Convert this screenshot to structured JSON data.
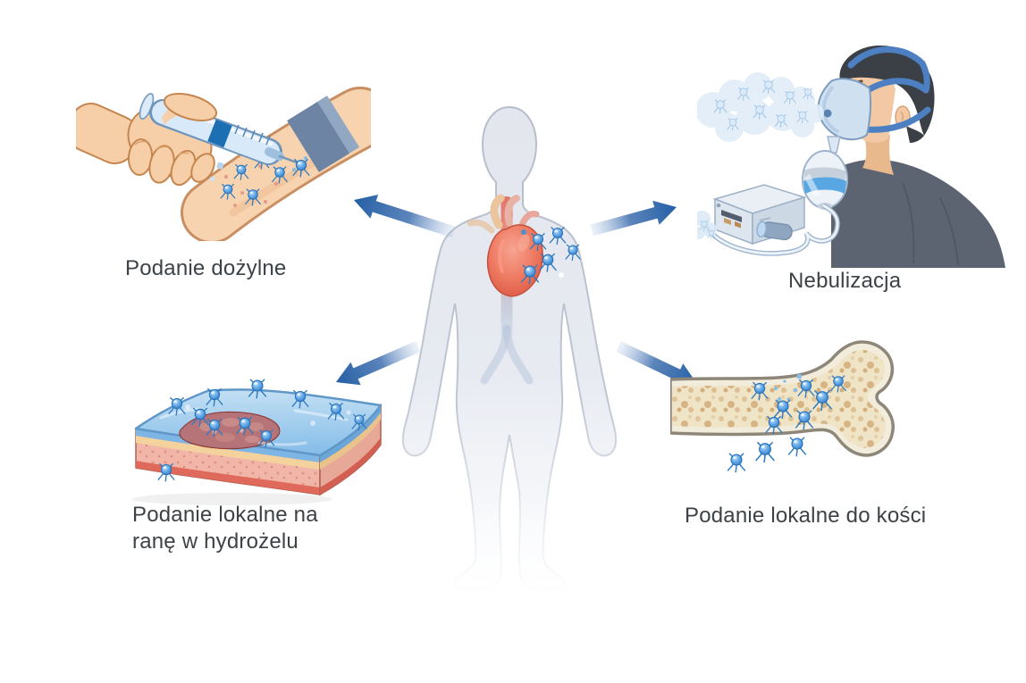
{
  "figure": {
    "type": "medical-routes-of-administration-diagram",
    "background": "#ffffff"
  },
  "labels": {
    "intravenous": "Podanie dożylne",
    "nebulization": "Nebulizacja",
    "hydrogel_wound": "Podanie lokalne na\nranę w hydrożelu",
    "bone": "Podanie lokalne do kości"
  },
  "colors": {
    "label_text": "#3d4247",
    "arrow_blue": "#2e6db6",
    "phage_blue": "#4a9ade",
    "body_silhouette": "#e4e7ee",
    "heart_red": "#e2604c",
    "hydrogel_blue": "#9ccaee",
    "wound_red": "#c23a2c",
    "bone_cream": "#f5eedd",
    "skin_tone": "#f6cfa8",
    "mask_blue": "#cfe0f1",
    "strap_blue": "#4d80c3",
    "shirt_gray": "#5d6471"
  },
  "scenes": [
    {
      "id": "intravenous",
      "icon": "syringe-arm-illustration",
      "position": "top-left"
    },
    {
      "id": "nebulization",
      "icon": "nebulizer-mask-illustration",
      "position": "top-right"
    },
    {
      "id": "hydrogel_wound",
      "icon": "skin-wound-hydrogel-illustration",
      "position": "bottom-left"
    },
    {
      "id": "bone",
      "icon": "bone-cross-section-illustration",
      "position": "bottom-right"
    }
  ],
  "center": {
    "icon": "human-body-silhouette",
    "organ": "heart",
    "particles": "phage-particles",
    "arrow_count": 4
  }
}
